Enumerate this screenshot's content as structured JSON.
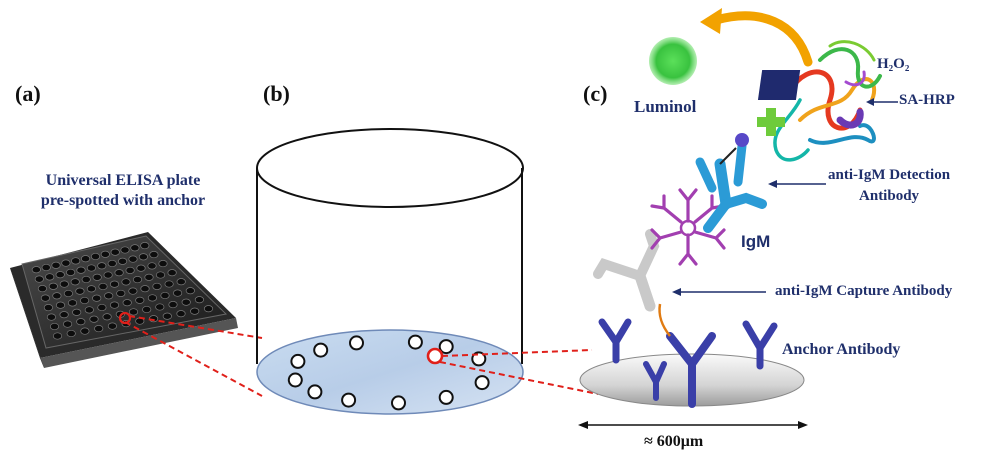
{
  "panels": {
    "a": "(a)",
    "b": "(b)",
    "c": "(c)"
  },
  "plate": {
    "line1": "Universal ELISA plate",
    "line2": "pre-spotted with anchor"
  },
  "labels": {
    "luminol": "Luminol",
    "h2o2": "H₂O₂",
    "sa_hrp": "SA-HRP",
    "detection_line1": "anti-IgM Detection",
    "detection_line2": "Antibody",
    "igm": "IgM",
    "capture": "anti-IgM Capture Antibody",
    "anchor": "Anchor Antibody",
    "scale": "≈ 600μm"
  },
  "colors": {
    "navy": "#1f2f6b",
    "red_dash": "#e0201a",
    "anchor_antibody": "#3a3fa8",
    "detection_antibody": "#2b9bd6",
    "igm": "#a23fb0",
    "capture_antibody": "#c8c8c8",
    "glow": "#39c23f",
    "arrow_orange": "#f2a200"
  },
  "icons": {
    "sa_hrp": "protein-ribbon-icon",
    "biotin": "biotin-cross-icon"
  }
}
